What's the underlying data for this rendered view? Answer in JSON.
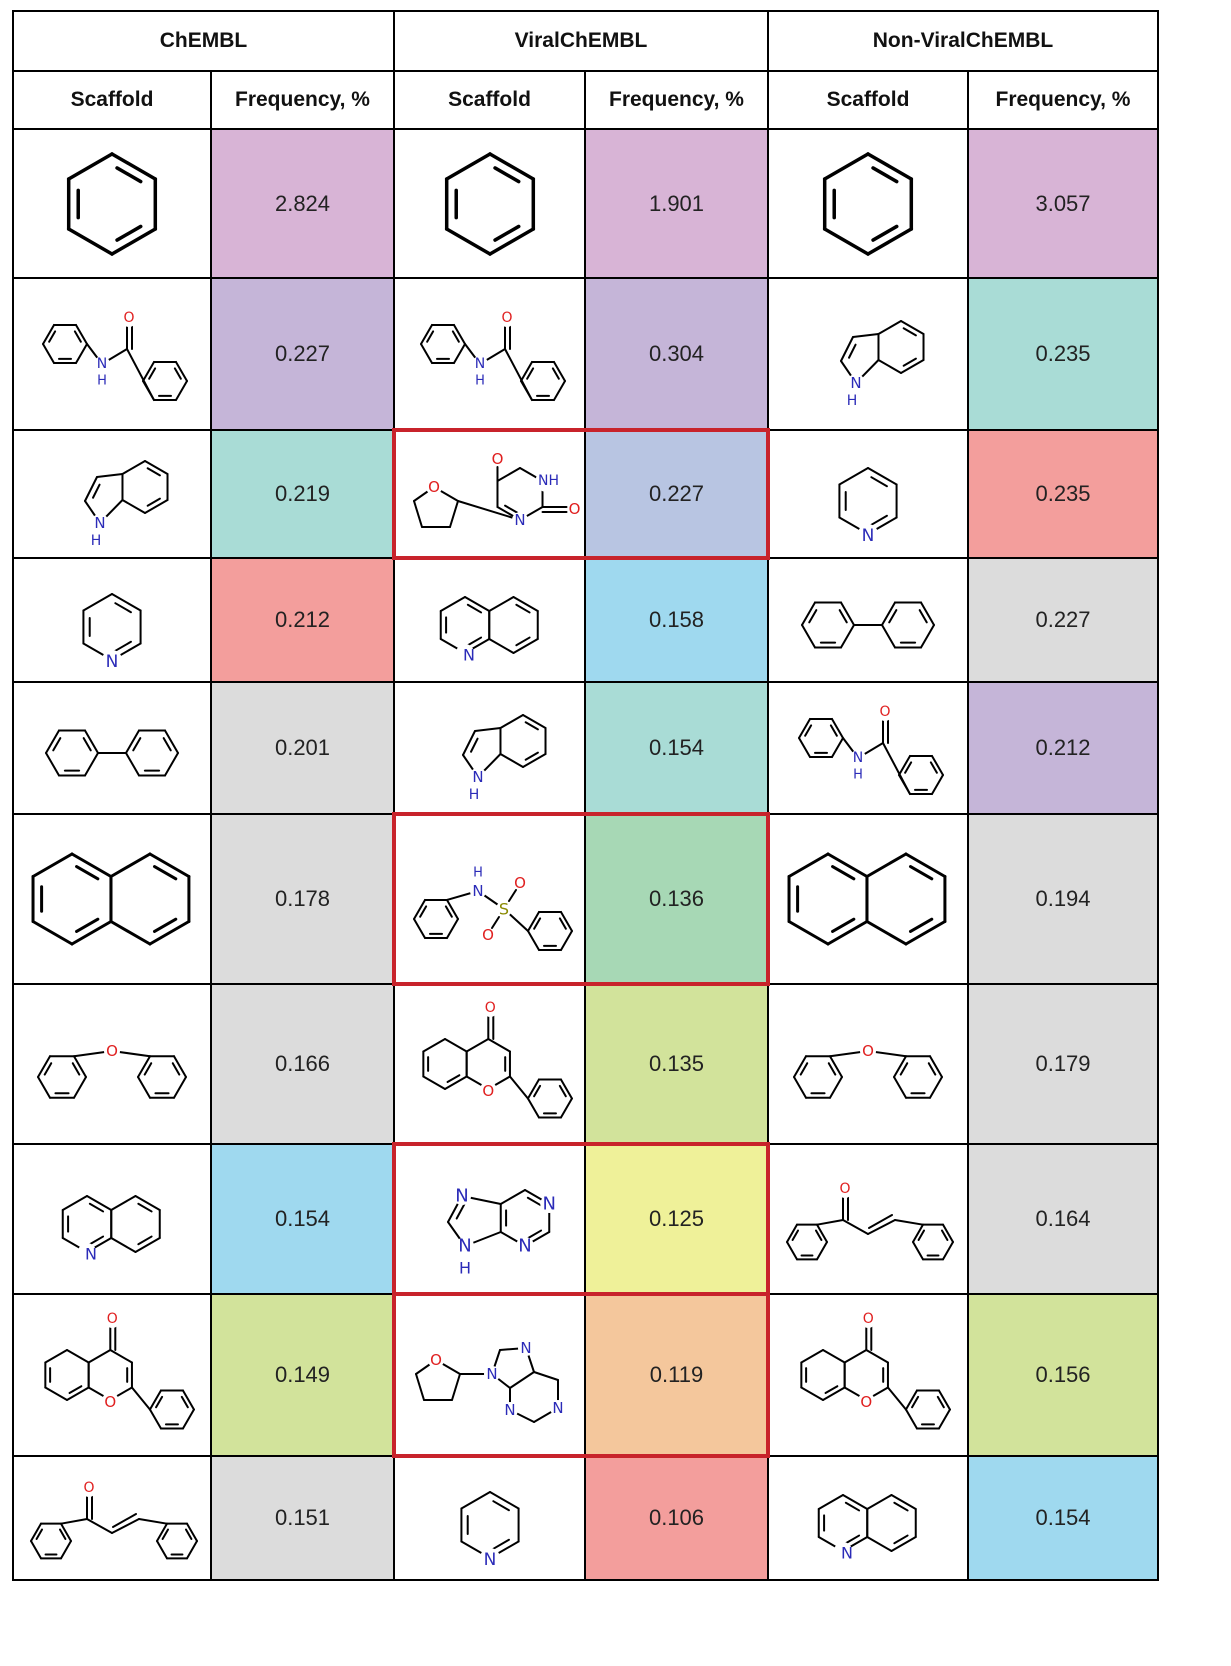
{
  "headers": {
    "groups": [
      "ChEMBL",
      "ViralChEMBL",
      "Non-ViralChEMBL"
    ],
    "scaffold": "Scaffold",
    "frequency": "Frequency, %"
  },
  "colors": {
    "benzene": "#d8b4d6",
    "benzanilide": "#c5b5d8",
    "indole": "#a9dcd6",
    "pyridine": "#f39e9c",
    "other": "#dcdcdc",
    "quinoline": "#9fd9ef",
    "flavone": "#d2e39b",
    "thf_uracil": "#b8c5e2",
    "sulfonamide": "#a7d8b5",
    "purine": "#eff199",
    "thf_purine": "#f4c79c",
    "highlight": "#c8232b",
    "atom_n": "#2b2bb8",
    "atom_o": "#e02020",
    "atom_s": "#8a8a00"
  },
  "rows": [
    [
      {
        "scaffold": "benzene",
        "value": "2.824",
        "color": "#d8b4d6"
      },
      {
        "scaffold": "benzene",
        "value": "1.901",
        "color": "#d8b4d6"
      },
      {
        "scaffold": "benzene",
        "value": "3.057",
        "color": "#d8b4d6"
      }
    ],
    [
      {
        "scaffold": "benzanilide",
        "value": "0.227",
        "color": "#c5b5d8"
      },
      {
        "scaffold": "benzanilide",
        "value": "0.304",
        "color": "#c5b5d8"
      },
      {
        "scaffold": "indole",
        "value": "0.235",
        "color": "#a9dcd6"
      }
    ],
    [
      {
        "scaffold": "indole",
        "value": "0.219",
        "color": "#a9dcd6"
      },
      {
        "scaffold": "thf_uracil",
        "value": "0.227",
        "color": "#b8c5e2"
      },
      {
        "scaffold": "pyridine",
        "value": "0.235",
        "color": "#f39e9c"
      }
    ],
    [
      {
        "scaffold": "pyridine",
        "value": "0.212",
        "color": "#f39e9c"
      },
      {
        "scaffold": "quinoline",
        "value": "0.158",
        "color": "#9fd9ef"
      },
      {
        "scaffold": "biphenyl",
        "value": "0.227",
        "color": "#dcdcdc"
      }
    ],
    [
      {
        "scaffold": "biphenyl",
        "value": "0.201",
        "color": "#dcdcdc"
      },
      {
        "scaffold": "indole",
        "value": "0.154",
        "color": "#a9dcd6"
      },
      {
        "scaffold": "benzanilide",
        "value": "0.212",
        "color": "#c5b5d8"
      }
    ],
    [
      {
        "scaffold": "naphthalene",
        "value": "0.178",
        "color": "#dcdcdc"
      },
      {
        "scaffold": "sulfonamide",
        "value": "0.136",
        "color": "#a7d8b5"
      },
      {
        "scaffold": "naphthalene",
        "value": "0.194",
        "color": "#dcdcdc"
      }
    ],
    [
      {
        "scaffold": "diphenyl_ether",
        "value": "0.166",
        "color": "#dcdcdc"
      },
      {
        "scaffold": "flavone",
        "value": "0.135",
        "color": "#d2e39b"
      },
      {
        "scaffold": "diphenyl_ether",
        "value": "0.179",
        "color": "#dcdcdc"
      }
    ],
    [
      {
        "scaffold": "quinoline",
        "value": "0.154",
        "color": "#9fd9ef"
      },
      {
        "scaffold": "purine",
        "value": "0.125",
        "color": "#eff199"
      },
      {
        "scaffold": "chalcone",
        "value": "0.164",
        "color": "#dcdcdc"
      }
    ],
    [
      {
        "scaffold": "flavone",
        "value": "0.149",
        "color": "#d2e39b"
      },
      {
        "scaffold": "thf_purine",
        "value": "0.119",
        "color": "#f4c79c"
      },
      {
        "scaffold": "flavone",
        "value": "0.156",
        "color": "#d2e39b"
      }
    ],
    [
      {
        "scaffold": "chalcone",
        "value": "0.151",
        "color": "#dcdcdc"
      },
      {
        "scaffold": "pyridine",
        "value": "0.106",
        "color": "#f39e9c"
      },
      {
        "scaffold": "quinoline",
        "value": "0.154",
        "color": "#9fd9ef"
      }
    ]
  ],
  "highlighted": [
    {
      "row": 2,
      "group": 1
    },
    {
      "row": 5,
      "group": 1
    },
    {
      "row": 7,
      "group": 1
    },
    {
      "row": 8,
      "group": 1
    }
  ],
  "atom_labels": {
    "N": "N",
    "NH": "NH",
    "H": "H",
    "O": "O",
    "S": "S"
  }
}
